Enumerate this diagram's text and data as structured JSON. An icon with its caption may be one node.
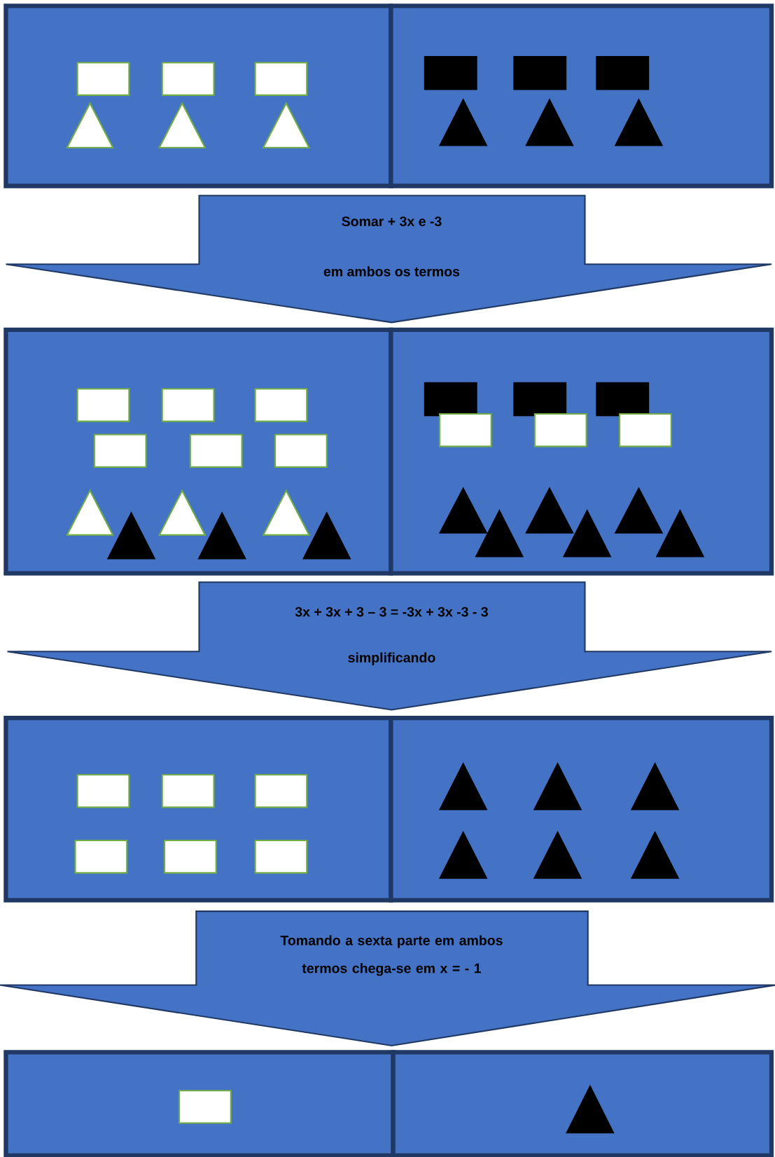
{
  "diagram": {
    "nodes": [
      {
        "text": [],
        "shape": "box"
      },
      {
        "text": [],
        "shape": "box"
      },
      {
        "text": [
          "Somar + 3x e -3",
          "em ambos os termos"
        ]
      },
      {
        "text": [],
        "shape": "box"
      },
      {
        "text": [],
        "shape": "box"
      },
      {
        "text": [
          "3x + 3x + 3 – 3 = -3x + 3x -3 - 3",
          "simplificando"
        ]
      },
      {
        "text": [],
        "shape": "box"
      },
      {
        "text": [],
        "shape": "box"
      },
      {
        "text": [
          "Tomando a sexta parte em ambos termos chega-se em  x = - 1"
        ]
      },
      {
        "text": [],
        "shape": "box"
      },
      {
        "text": [],
        "shape": "box"
      }
    ]
  }
}
